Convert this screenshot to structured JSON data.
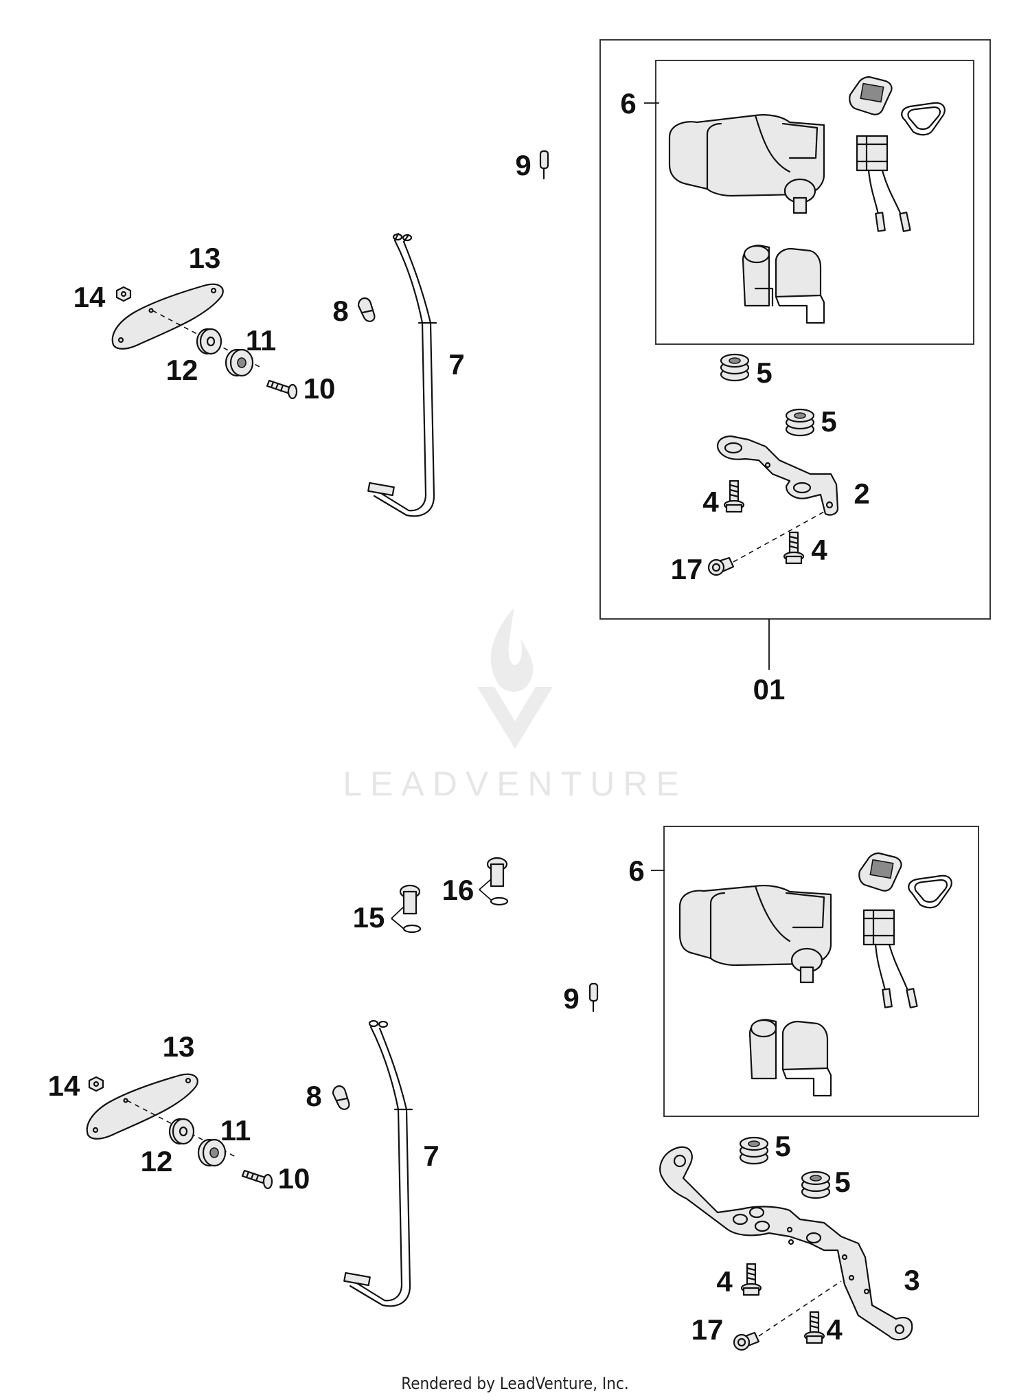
{
  "labels": {
    "top": {
      "l6": "6",
      "l9": "9",
      "l13": "13",
      "l14": "14",
      "l8": "8",
      "l11": "11",
      "l12": "12",
      "l10": "10",
      "l7": "7",
      "l5a": "5",
      "l5b": "5",
      "l4a": "4",
      "l2": "2",
      "l17": "17",
      "l4b": "4",
      "l01": "01"
    },
    "bottom": {
      "l6": "6",
      "l16": "16",
      "l15": "15",
      "l9": "9",
      "l13": "13",
      "l14": "14",
      "l8": "8",
      "l11": "11",
      "l12": "12",
      "l10": "10",
      "l7": "7",
      "l5a": "5",
      "l5b": "5",
      "l4a": "4",
      "l3": "3",
      "l17": "17",
      "l4b": "4"
    }
  },
  "watermark": {
    "text": "LEADVENTURE"
  },
  "footer": {
    "text": "Rendered by LeadVenture, Inc."
  },
  "colors": {
    "line": "#111111",
    "fill": "#e9e9e9",
    "watermark": "#e6e6e6"
  }
}
